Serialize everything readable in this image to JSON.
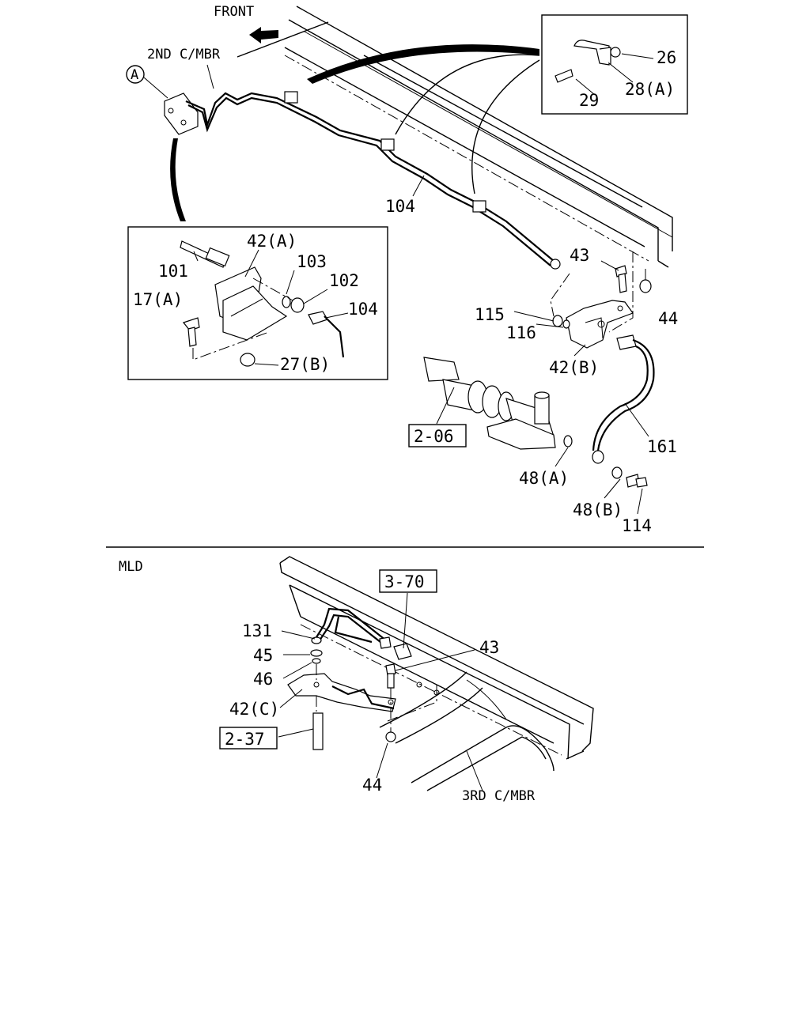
{
  "top": {
    "front_label": "FRONT",
    "crossmember_label": "2ND C/MBR",
    "view_ref": "A",
    "inset_detail": [
      "26",
      "28(A)",
      "29"
    ],
    "inset_bracket": [
      "42(A)",
      "101",
      "103",
      "102",
      "17(A)",
      "104",
      "27(B)"
    ],
    "callouts": {
      "c104": "104",
      "c43": "43",
      "c44": "44",
      "c115": "115",
      "c116": "116",
      "c42b": "42(B)",
      "c161": "161",
      "c48a": "48(A)",
      "c48b": "48(B)",
      "c114": "114"
    },
    "ref_box": "2-06"
  },
  "bottom": {
    "variant_label": "MLD",
    "ref_box_top": "3-70",
    "callouts": {
      "c131": "131",
      "c45": "45",
      "c46": "46",
      "c42c": "42(C)",
      "c43": "43",
      "c44": "44"
    },
    "ref_box_bottom": "2-37",
    "crossmember_label": "3RD C/MBR"
  }
}
